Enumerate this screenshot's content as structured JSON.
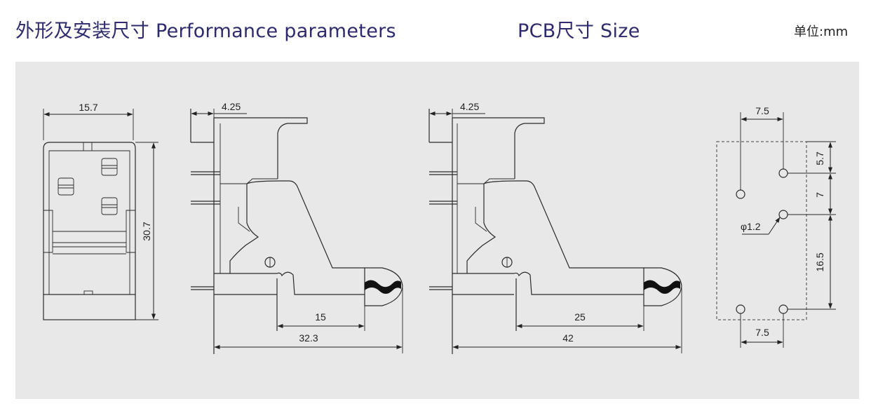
{
  "header": {
    "title_performance": "外形及安装尺寸 Performance parameters",
    "title_pcb": "PCB尺寸 Size",
    "unit": "单位:mm"
  },
  "dims": {
    "front_width": "15.7",
    "front_height": "30.7",
    "side1_offset": "4.25",
    "side1_inner": "15",
    "side1_total": "32.3",
    "side2_offset": "4.25",
    "side2_inner": "25",
    "side2_total": "42",
    "pcb_top_width": "7.5",
    "pcb_v1": "5.7",
    "pcb_v2": "7",
    "pcb_v3": "16.5",
    "pcb_hole": "φ1.2",
    "pcb_bottom_width": "7.5"
  }
}
